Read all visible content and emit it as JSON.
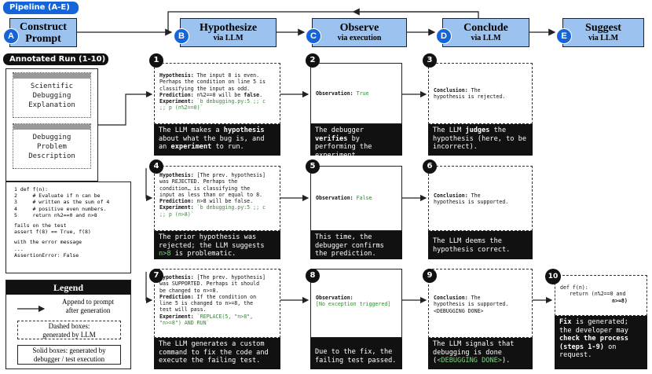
{
  "pipeline": {
    "tag": "Pipeline (A-E)",
    "stages": [
      {
        "letter": "A",
        "title": "Construct",
        "title2": "Prompt",
        "sub": ""
      },
      {
        "letter": "B",
        "title": "Hypothesize",
        "sub": "via LLM"
      },
      {
        "letter": "C",
        "title": "Observe",
        "sub": "via execution"
      },
      {
        "letter": "D",
        "title": "Conclude",
        "sub": "via LLM"
      },
      {
        "letter": "E",
        "title": "Suggest",
        "sub": "via LLM"
      }
    ]
  },
  "run": {
    "tag": "Annotated Run (1-10)",
    "doc1": [
      "Scientific",
      "Debugging",
      "Explanation"
    ],
    "doc2": [
      "Debugging",
      "Problem",
      "Description"
    ],
    "code_lines": [
      "1 def f(n):",
      "2     # Evaluate if n can be",
      "3     # written as the sum of 4",
      "4     # positive even numbers.",
      "5     return n%2==0 and n>8",
      "",
      "fails on the test",
      "assert f(8) == True, f(8)",
      "",
      "with the error message",
      "...",
      "AssertionError: False"
    ]
  },
  "legend": {
    "title": "Legend",
    "arrow_text1": "Append to prompt",
    "arrow_text2": "after generation",
    "dashed_text1": "Dashed boxes:",
    "dashed_text2": "generated by LLM",
    "solid_text1": "Solid boxes: generated by",
    "solid_text2": "debugger / test execution"
  },
  "steps": {
    "s1": {
      "n": "1",
      "hyp_label": "Hypothesis:",
      "hyp": "The input 8 is even.",
      "hyp2": "Perhaps the condition on line 5 is",
      "hyp3": "classifying the input as odd.",
      "pred_label": "Prediction:",
      "pred": "n%2==0 will be",
      "pred_b": "false",
      "exp_label": "Experiment:",
      "exp": "`b debugging.py:5 ;; c",
      "exp2": ";; p (n%2==0)`",
      "cap": [
        "The LLM makes a ",
        "hypothesis",
        "about what the bug is, and an",
        "experiment",
        " to run."
      ]
    },
    "s2": {
      "n": "2",
      "obs_label": "Observation:",
      "obs": "True",
      "cap": [
        "The debugger ",
        "verifies",
        "by performing the",
        "experiment."
      ]
    },
    "s3": {
      "n": "3",
      "con_label": "Conclusion:",
      "con": "The",
      "con2": "hypothesis is rejected.",
      "cap": [
        "The LLM ",
        "judges",
        " the",
        "hypothesis (here, to",
        "be incorrect)."
      ]
    },
    "s4": {
      "n": "4",
      "hyp_label": "Hypothesis:",
      "hyp": "[The prev. hypothesis]",
      "hyp2": "was REJECTED. Perhaps the",
      "hyp3": "condition… is classifying the",
      "hyp4": "input as less than or equal to 8.",
      "pred_label": "Prediction:",
      "pred": "n>8 will be false.",
      "exp_label": "Experiment:",
      "exp": "`b debugging.py:5 ;; c",
      "exp2": ";; p (n>8)`",
      "cap": [
        "The prior hypothesis was",
        "rejected; the LLM suggests",
        "n>8",
        " is problematic."
      ]
    },
    "s5": {
      "n": "5",
      "obs_label": "Observation:",
      "obs": "False",
      "cap": [
        "This time, the",
        "debugger confirms the",
        "prediction."
      ]
    },
    "s6": {
      "n": "6",
      "con_label": "Conclusion:",
      "con": "The",
      "con2": "hypothesis is supported.",
      "cap": [
        "The LLM deems the",
        "hypothesis correct."
      ]
    },
    "s7": {
      "n": "7",
      "hyp_label": "Hypothesis:",
      "hyp": "[The prev. hypothesis]",
      "hyp2": "was SUPPORTED. Perhaps it should",
      "hyp3": "be changed to n>=8.",
      "pred_label": "Prediction:",
      "pred": "If the condition on",
      "pred2": "line 5 is changed to n>=8, the",
      "pred3": "test will pass.",
      "exp_label": "Experiment:",
      "exp": "`REPLACE(5, \"n>8\",",
      "exp2": "\"n>=8\") AND RUN`",
      "cap": [
        "The LLM generates a custom",
        "command to fix the code and",
        "execute the failing test."
      ]
    },
    "s8": {
      "n": "8",
      "obs_label": "Observation:",
      "obs": "[No exception triggered]",
      "cap": [
        "Due to the fix, the",
        "failing test passed."
      ]
    },
    "s9": {
      "n": "9",
      "con_label": "Conclusion:",
      "con": "The",
      "con2": "hypothesis is supported.",
      "con3": "<DEBUGGING DONE>",
      "cap": [
        "The LLM signals that",
        "debugging is done",
        "(",
        "<DEBUGGING DONE>",
        ")."
      ]
    },
    "s10": {
      "n": "10",
      "code1": "def f(n):",
      "code2": "return (n%2==0 and",
      "code3": "n>=8)",
      "cap": [
        "Fix",
        " is generated;",
        "the developer may",
        "check the process",
        "(steps 1-9)",
        "on request."
      ]
    }
  },
  "colors": {
    "accent": "#1565d8",
    "stage_fill": "#9cc3ef",
    "green": "#2e8b2e"
  }
}
